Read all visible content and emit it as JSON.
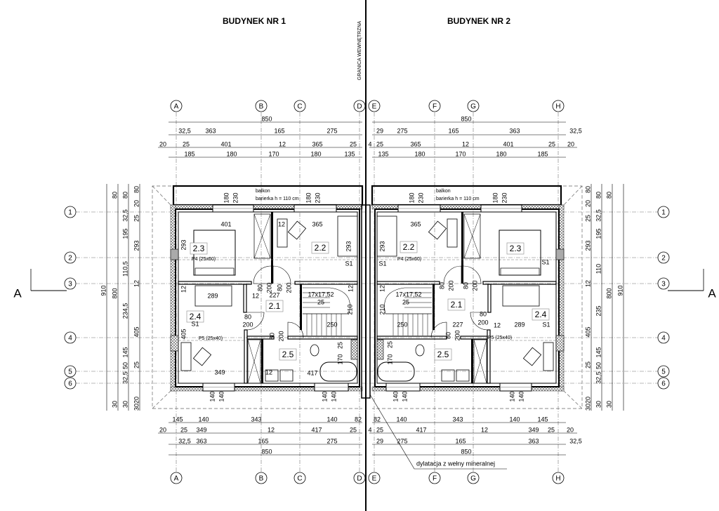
{
  "titles": {
    "building1": "BUDYNEK NR 1",
    "building2": "BUDYNEK NR 2",
    "boundary": "GRANICA WEWNĘTRZNA"
  },
  "axes": {
    "columns": [
      "A",
      "B",
      "C",
      "D",
      "E",
      "F",
      "G",
      "H"
    ],
    "rows": [
      "1",
      "2",
      "3",
      "4",
      "5",
      "6"
    ],
    "section": "A"
  },
  "dims": {
    "top_total": [
      "850",
      "850"
    ],
    "top_a": [
      "32,5",
      "363",
      "165",
      "275",
      "29",
      "275",
      "165",
      "363",
      "32,5"
    ],
    "top_b": [
      "20",
      "25",
      "401",
      "12",
      "365",
      "25",
      "4",
      "25",
      "365",
      "12",
      "401",
      "25",
      "20"
    ],
    "top_c": [
      "185",
      "180",
      "170",
      "180",
      "135",
      "135",
      "180",
      "170",
      "180",
      "185"
    ],
    "bottom_a": [
      "145",
      "140",
      "343",
      "140",
      "82",
      "82",
      "140",
      "343",
      "140",
      "145"
    ],
    "bottom_b": [
      "20",
      "25",
      "349",
      "12",
      "417",
      "25",
      "4",
      "25",
      "417",
      "12",
      "349",
      "25",
      "20"
    ],
    "bottom_c": [
      "32,5",
      "363",
      "165",
      "275",
      "29",
      "275",
      "165",
      "363",
      "32,5"
    ],
    "bottom_total": [
      "850",
      "850"
    ],
    "left_c0": [
      "910"
    ],
    "left_c1": [
      "80",
      "800",
      "30"
    ],
    "left_c2": [
      "80",
      "32,5",
      "195",
      "110,5",
      "234,5",
      "145",
      "50",
      "32,5",
      "30"
    ],
    "left_c3": [
      "20",
      "80",
      "25",
      "293",
      "12",
      "405",
      "25",
      "3020"
    ],
    "right_c3": [
      "20",
      "80",
      "25",
      "293",
      "12",
      "405",
      "25",
      "3020"
    ],
    "right_c2": [
      "80",
      "32,5",
      "195",
      "110",
      "235",
      "145",
      "50",
      "32,5",
      "30"
    ],
    "right_c1": [
      "80",
      "800",
      "30"
    ],
    "right_c0": [
      "910"
    ]
  },
  "balcony": {
    "label": "balkon",
    "barrier": "barierka h = 110 cm"
  },
  "rooms_b1": [
    "2.3",
    "2.2",
    "2.1",
    "2.4",
    "2.5"
  ],
  "rooms_b2": [
    "2.2",
    "2.3",
    "2.1",
    "2.4",
    "2.5"
  ],
  "annotations_b1": [
    "401",
    "12",
    "365",
    "293",
    "P4 (25x60)",
    "289",
    "12",
    "12",
    "227",
    "17x17,52",
    "25",
    "12",
    "210",
    "250",
    "S1",
    "293",
    "S1",
    "405",
    "P5 (25x40)",
    "349",
    "12",
    "417",
    "25",
    "170",
    "80",
    "200",
    "80",
    "200",
    "80",
    "200",
    "80",
    "200",
    "140",
    "140",
    "140",
    "140",
    "180",
    "230",
    "180",
    "230"
  ],
  "annotations_b2": [
    "293",
    "S1",
    "P4 (25x60)",
    "S1",
    "12",
    "17x17,52",
    "25",
    "210",
    "250",
    "227",
    "80",
    "200",
    "12",
    "289",
    "S1",
    "P5 (25x40)",
    "80",
    "200",
    "80",
    "200",
    "80",
    "200",
    "25",
    "170",
    "365",
    "140",
    "140",
    "140",
    "140",
    "180",
    "230",
    "180",
    "230"
  ],
  "note": "dylatacja z wełny mineralnej"
}
